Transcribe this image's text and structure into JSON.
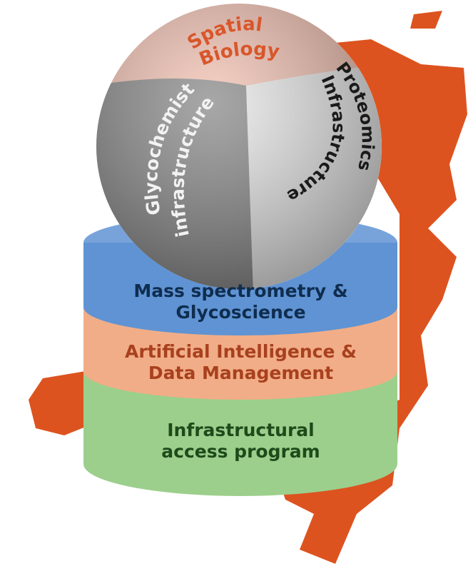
{
  "sphere": {
    "segments": [
      {
        "label_line1": "Spatial",
        "label_line2": "Biology",
        "color": "#f3c2b3",
        "text_color": "#d9562b"
      },
      {
        "label_line1": "Glycochemistry",
        "label_line2": "infrastructure",
        "color": "#8a8a8a",
        "text_color": "#f2f2f2"
      },
      {
        "label_line1": "Proteomics",
        "label_line2": "Infrastructure",
        "color": "#e8e8e8",
        "text_color": "#1a1a1a"
      }
    ]
  },
  "pillars": [
    {
      "line1": "Mass spectrometry &",
      "line2": "Glycoscience",
      "color": "#5f93d3",
      "text_color": "#0f2d4f"
    },
    {
      "line1": "Artificial Intelligence &",
      "line2": "Data Management",
      "color": "#f1ad87",
      "text_color": "#a8401e"
    },
    {
      "line1": "Infrastructural",
      "line2": "access program",
      "color": "#9ccf8c",
      "text_color": "#1f4a1a"
    }
  ],
  "colors": {
    "map": "#dd531f"
  }
}
